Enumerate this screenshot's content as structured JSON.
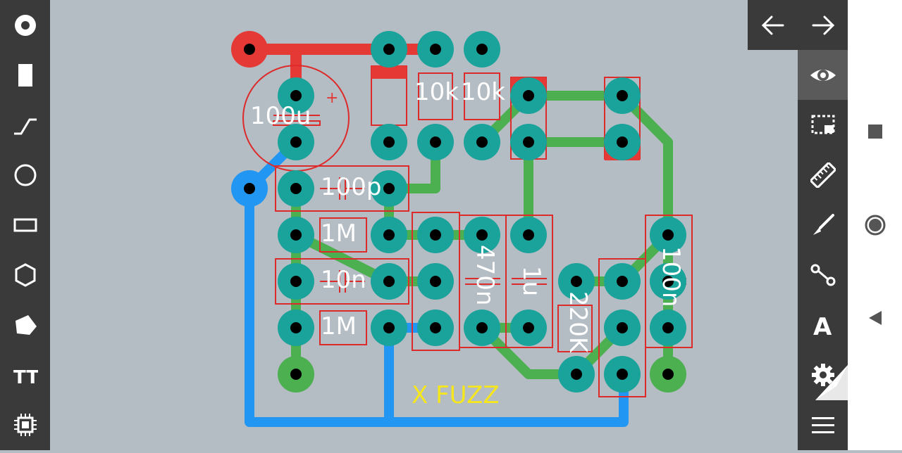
{
  "left_toolbar": {
    "tools": [
      {
        "id": "pad",
        "icon": "pad-icon"
      },
      {
        "id": "smd-pad",
        "icon": "smd-pad-icon"
      },
      {
        "id": "track",
        "icon": "track-icon"
      },
      {
        "id": "circle",
        "icon": "circle-icon"
      },
      {
        "id": "rectangle",
        "icon": "rectangle-icon"
      },
      {
        "id": "polygon",
        "icon": "polygon-icon"
      },
      {
        "id": "zone",
        "icon": "zone-icon"
      },
      {
        "id": "text",
        "icon": "text-icon",
        "label": "TT"
      },
      {
        "id": "component",
        "icon": "chip-icon"
      }
    ]
  },
  "nav": {
    "undo_icon": "arrow-left-icon",
    "redo_icon": "arrow-right-icon"
  },
  "right_toolbar": {
    "tools": [
      {
        "id": "view",
        "icon": "eye-icon",
        "active": true
      },
      {
        "id": "select",
        "icon": "select-area-icon"
      },
      {
        "id": "measure",
        "icon": "ruler-icon"
      },
      {
        "id": "draw",
        "icon": "brush-icon"
      },
      {
        "id": "connect",
        "icon": "connection-icon"
      },
      {
        "id": "label",
        "icon": "font-icon",
        "label": "A"
      },
      {
        "id": "settings",
        "icon": "gear-icon"
      },
      {
        "id": "menu",
        "icon": "menu-icon"
      }
    ]
  },
  "system_nav": {
    "recents": "square-icon",
    "home": "circle-icon",
    "back": "triangle-back-icon"
  },
  "board": {
    "title": "X FUZZ",
    "colors": {
      "background": "#b4bcc4",
      "pad": "#1aa39a",
      "pad_hole": "#000000",
      "track_green": "#4caf50",
      "track_red": "#e53935",
      "track_blue": "#2196f3",
      "outline": "#dd2a2a",
      "title": "#f5e61e",
      "label": "#ffffff"
    },
    "component_labels": [
      {
        "id": "c-100u",
        "text": "100u"
      },
      {
        "id": "r-10k-a",
        "text": "10k"
      },
      {
        "id": "r-10k-b",
        "text": "10k"
      },
      {
        "id": "c-100p",
        "text": "100p"
      },
      {
        "id": "r-1m-a",
        "text": "1M"
      },
      {
        "id": "c-10n",
        "text": "10n"
      },
      {
        "id": "r-1m-b",
        "text": "1M"
      },
      {
        "id": "c-470n",
        "text": "470n"
      },
      {
        "id": "c-1u",
        "text": "1u"
      },
      {
        "id": "r-220k",
        "text": "220K"
      },
      {
        "id": "c-100n",
        "text": "100n"
      }
    ],
    "polarity_mark": "+"
  }
}
